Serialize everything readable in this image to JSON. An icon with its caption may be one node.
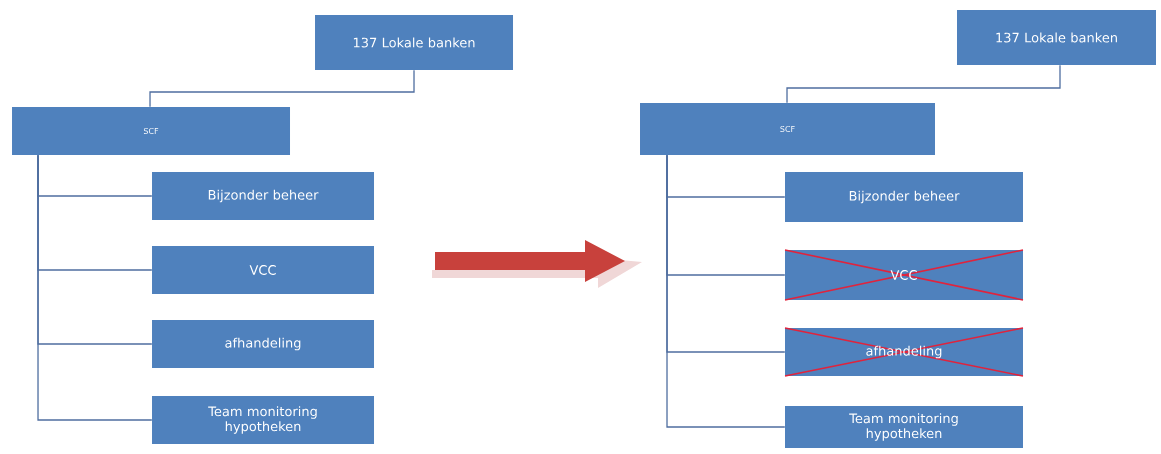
{
  "diagram": {
    "nodes": [
      {
        "text": [
          "137 Lokale banken"
        ]
      },
      {
        "text": [
          "SCF"
        ]
      },
      {
        "text": [
          "Bijzonder beheer"
        ]
      },
      {
        "text": [
          "VCC"
        ]
      },
      {
        "text": [
          "afhandeling"
        ]
      },
      {
        "text": [
          "Team monitoring hypotheken"
        ]
      },
      {
        "text": [
          "137 Lokale banken"
        ]
      },
      {
        "text": [
          "SCF"
        ]
      },
      {
        "text": [
          "Bijzonder beheer"
        ]
      },
      {
        "text": [
          "VCC"
        ]
      },
      {
        "text": [
          "afhandeling"
        ]
      },
      {
        "text": [
          "Team monitoring hypotheken"
        ]
      }
    ],
    "edges": [
      {
        "from": 0,
        "to": 1,
        "arrow": "none"
      },
      {
        "from": 1,
        "to": 2,
        "arrow": "none"
      },
      {
        "from": 1,
        "to": 3,
        "arrow": "none"
      },
      {
        "from": 1,
        "to": 4,
        "arrow": "none"
      },
      {
        "from": 1,
        "to": 5,
        "arrow": "none"
      },
      {
        "from": 6,
        "to": 7,
        "arrow": "none"
      },
      {
        "from": 7,
        "to": 8,
        "arrow": "none"
      },
      {
        "from": 7,
        "to": 9,
        "arrow": "none"
      },
      {
        "from": 7,
        "to": 10,
        "arrow": "none"
      },
      {
        "from": 7,
        "to": 11,
        "arrow": "none"
      }
    ]
  }
}
